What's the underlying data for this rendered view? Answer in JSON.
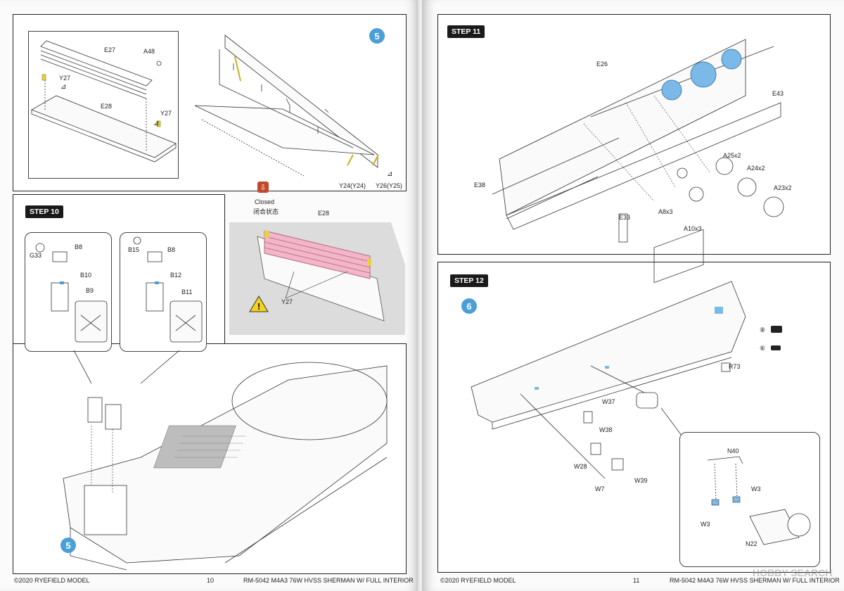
{
  "left_page": {
    "step5": {
      "badge": "5",
      "labels": {
        "e27": "E27",
        "a48": "A48",
        "y27a": "Y27",
        "e28": "E28",
        "y27b": "Y27",
        "y24": "Y24(Y24)",
        "y26": "Y26(Y25)",
        "e28b": "E28",
        "y27c": "Y27"
      },
      "closed_en": "Closed",
      "closed_cn": "闭合状态"
    },
    "step10": {
      "title": "STEP 10",
      "labels": {
        "b8a": "B8",
        "g33": "G33",
        "b10": "B10",
        "b9": "B9",
        "b15": "B15",
        "b8b": "B8",
        "b12": "B12",
        "b11": "B11"
      },
      "badge": "5"
    },
    "footer": {
      "copyright": "©2020 RYEFIELD MODEL",
      "page": "10",
      "title": "RM-5042  M4A3 76W HVSS SHERMAN W/ FULL INTERIOR"
    }
  },
  "right_page": {
    "step11": {
      "title": "STEP 11",
      "labels": {
        "e26": "E26",
        "e43": "E43",
        "a25": "A25x2",
        "a24": "A24x2",
        "a23": "A23x2",
        "e38": "E38",
        "a8": "A8x3",
        "e33": "E33",
        "a10": "A10x3"
      }
    },
    "step12": {
      "title": "STEP 12",
      "badge": "6",
      "labels": {
        "r73": "R73",
        "w37": "W37",
        "w38": "W38",
        "w28": "W28",
        "w7": "W7",
        "w39": "W39",
        "n40": "N40",
        "w3a": "W3",
        "w3b": "W3",
        "n22": "N22",
        "m8": "⑧",
        "m6": "⑥"
      }
    },
    "footer": {
      "copyright": "©2020 RYEFIELD MODEL",
      "page": "11",
      "title": "RM-5042  M4A3 76W HVSS SHERMAN W/ FULL INTERIOR"
    }
  },
  "watermark": "HOBBY SEARCH"
}
